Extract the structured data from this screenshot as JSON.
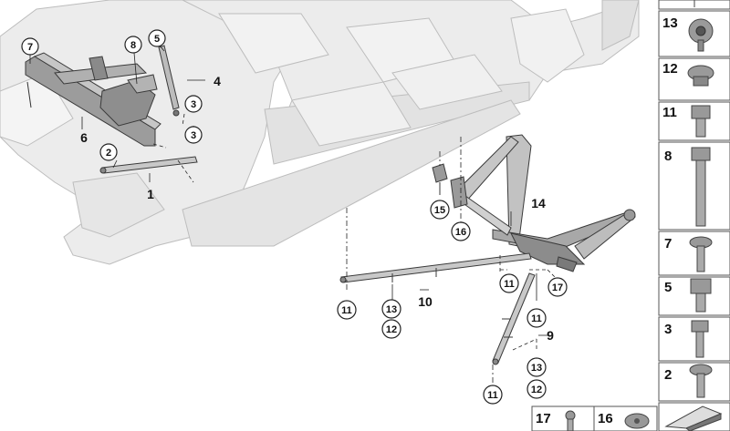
{
  "callouts": {
    "c7": "7",
    "c8": "8",
    "c5": "5",
    "c4": "4",
    "c3a": "3",
    "c3b": "3",
    "c6": "6",
    "c2": "2",
    "c1": "1",
    "c15": "15",
    "c16": "16",
    "c14": "14",
    "c17": "17",
    "c11a": "11",
    "c13a": "13",
    "c12a": "12",
    "c10": "10",
    "c11b": "11",
    "c11c": "11",
    "c9": "9",
    "c13b": "13",
    "c12b": "12",
    "c11d": "11"
  },
  "parts_column": {
    "items": [
      "13",
      "12",
      "11",
      "8",
      "7",
      "5",
      "3",
      "2"
    ]
  },
  "bottom_tiles": {
    "items": [
      "17",
      "16"
    ]
  },
  "colors": {
    "body_shell": "#e9e9e9",
    "body_line": "#b8b8b8",
    "part_fill": "#9a9a9a",
    "part_dark": "#6e6e6e",
    "part_line": "#3a3a3a",
    "callout_stroke": "#222222"
  }
}
